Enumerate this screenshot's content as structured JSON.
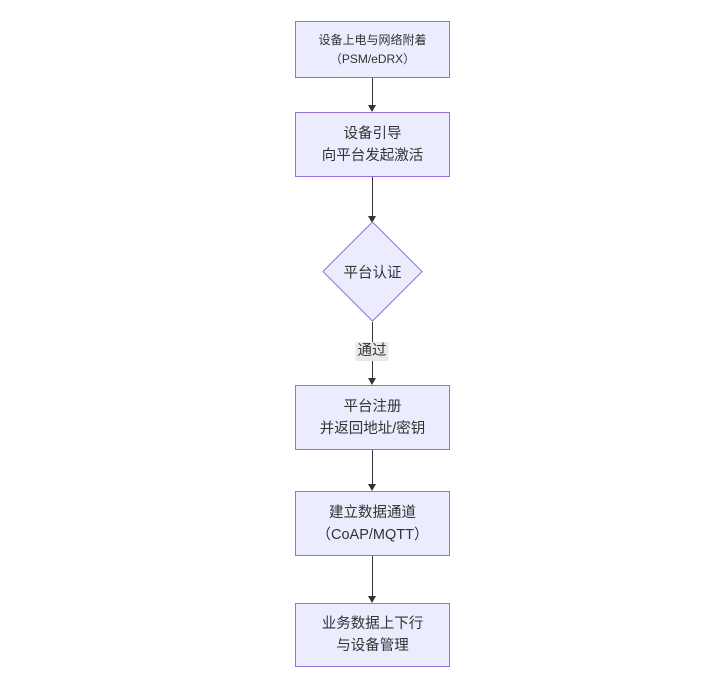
{
  "diagram": {
    "type": "flowchart-top-down",
    "nodes": [
      {
        "id": "power-attach",
        "shape": "rect",
        "lines": [
          "设备上电与网络附着",
          "（PSM/eDRX）"
        ]
      },
      {
        "id": "bootstrap",
        "shape": "rect",
        "lines": [
          "设备引导",
          "向平台发起激活"
        ]
      },
      {
        "id": "auth-decision",
        "shape": "diamond",
        "label": "平台认证"
      },
      {
        "id": "register",
        "shape": "rect",
        "lines": [
          "平台注册",
          "并返回地址/密钥"
        ]
      },
      {
        "id": "data-channel",
        "shape": "rect",
        "lines": [
          "建立数据通道",
          "（CoAP/MQTT）"
        ]
      },
      {
        "id": "business",
        "shape": "rect",
        "lines": [
          "业务数据上下行",
          "与设备管理"
        ]
      }
    ],
    "edges": [
      {
        "from": "power-attach",
        "to": "bootstrap",
        "label": ""
      },
      {
        "from": "bootstrap",
        "to": "auth-decision",
        "label": ""
      },
      {
        "from": "auth-decision",
        "to": "register",
        "label": "通过"
      },
      {
        "from": "register",
        "to": "data-channel",
        "label": ""
      },
      {
        "from": "data-channel",
        "to": "business",
        "label": ""
      }
    ],
    "colors": {
      "node_fill": "#ECECFF",
      "node_border": "#9370DB",
      "edge_line": "#333333",
      "edge_label_bg": "#e8e8e8",
      "text": "#333333",
      "background": "#ffffff"
    }
  }
}
